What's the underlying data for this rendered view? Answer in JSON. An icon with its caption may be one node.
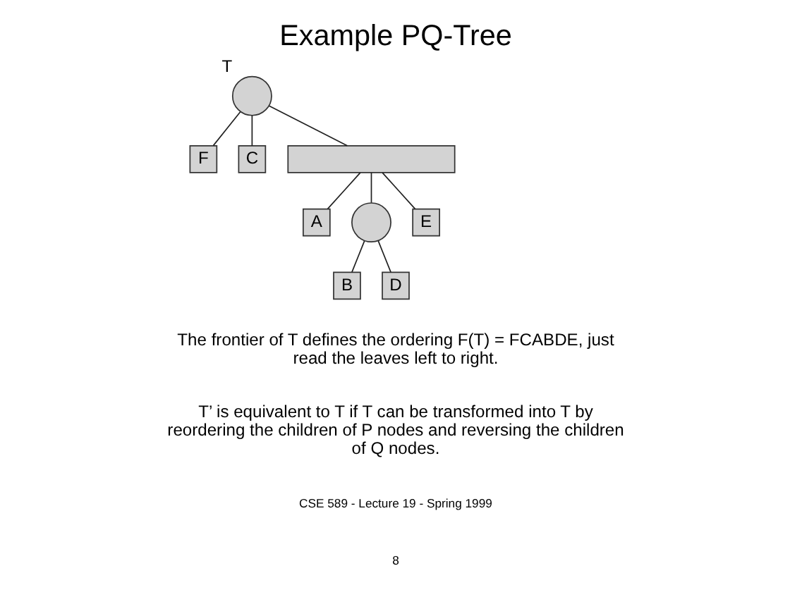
{
  "diagram": {
    "title": "Example PQ-Tree",
    "nodes": [
      {
        "text": [],
        "shape": "circle",
        "beside": [
          "T"
        ]
      },
      {
        "text": [
          "F"
        ]
      },
      {
        "text": [
          "C"
        ]
      },
      {
        "text": [],
        "shape": "bar"
      },
      {
        "text": [
          "A"
        ]
      },
      {
        "text": [],
        "shape": "circle"
      },
      {
        "text": [
          "E"
        ]
      },
      {
        "text": [
          "B"
        ]
      },
      {
        "text": [
          "D"
        ]
      }
    ],
    "edges": [
      {
        "from": 0,
        "to": 1,
        "arrow": "none"
      },
      {
        "from": 0,
        "to": 2,
        "arrow": "none"
      },
      {
        "from": 0,
        "to": 3,
        "arrow": "none"
      },
      {
        "from": 3,
        "to": 4,
        "arrow": "none"
      },
      {
        "from": 3,
        "to": 5,
        "arrow": "none"
      },
      {
        "from": 3,
        "to": 6,
        "arrow": "none"
      },
      {
        "from": 5,
        "to": 7,
        "arrow": "none"
      },
      {
        "from": 5,
        "to": 8,
        "arrow": "none"
      }
    ],
    "labels": [
      "The frontier of T defines the ordering F(T) = FCABDE, just read the leaves left to right.",
      "T’ is equivalent to T if T can be transformed into T by reordering the children of P nodes and reversing the children of Q nodes.",
      "CSE 589 - Lecture 19 - Spring 1999",
      "8"
    ]
  }
}
